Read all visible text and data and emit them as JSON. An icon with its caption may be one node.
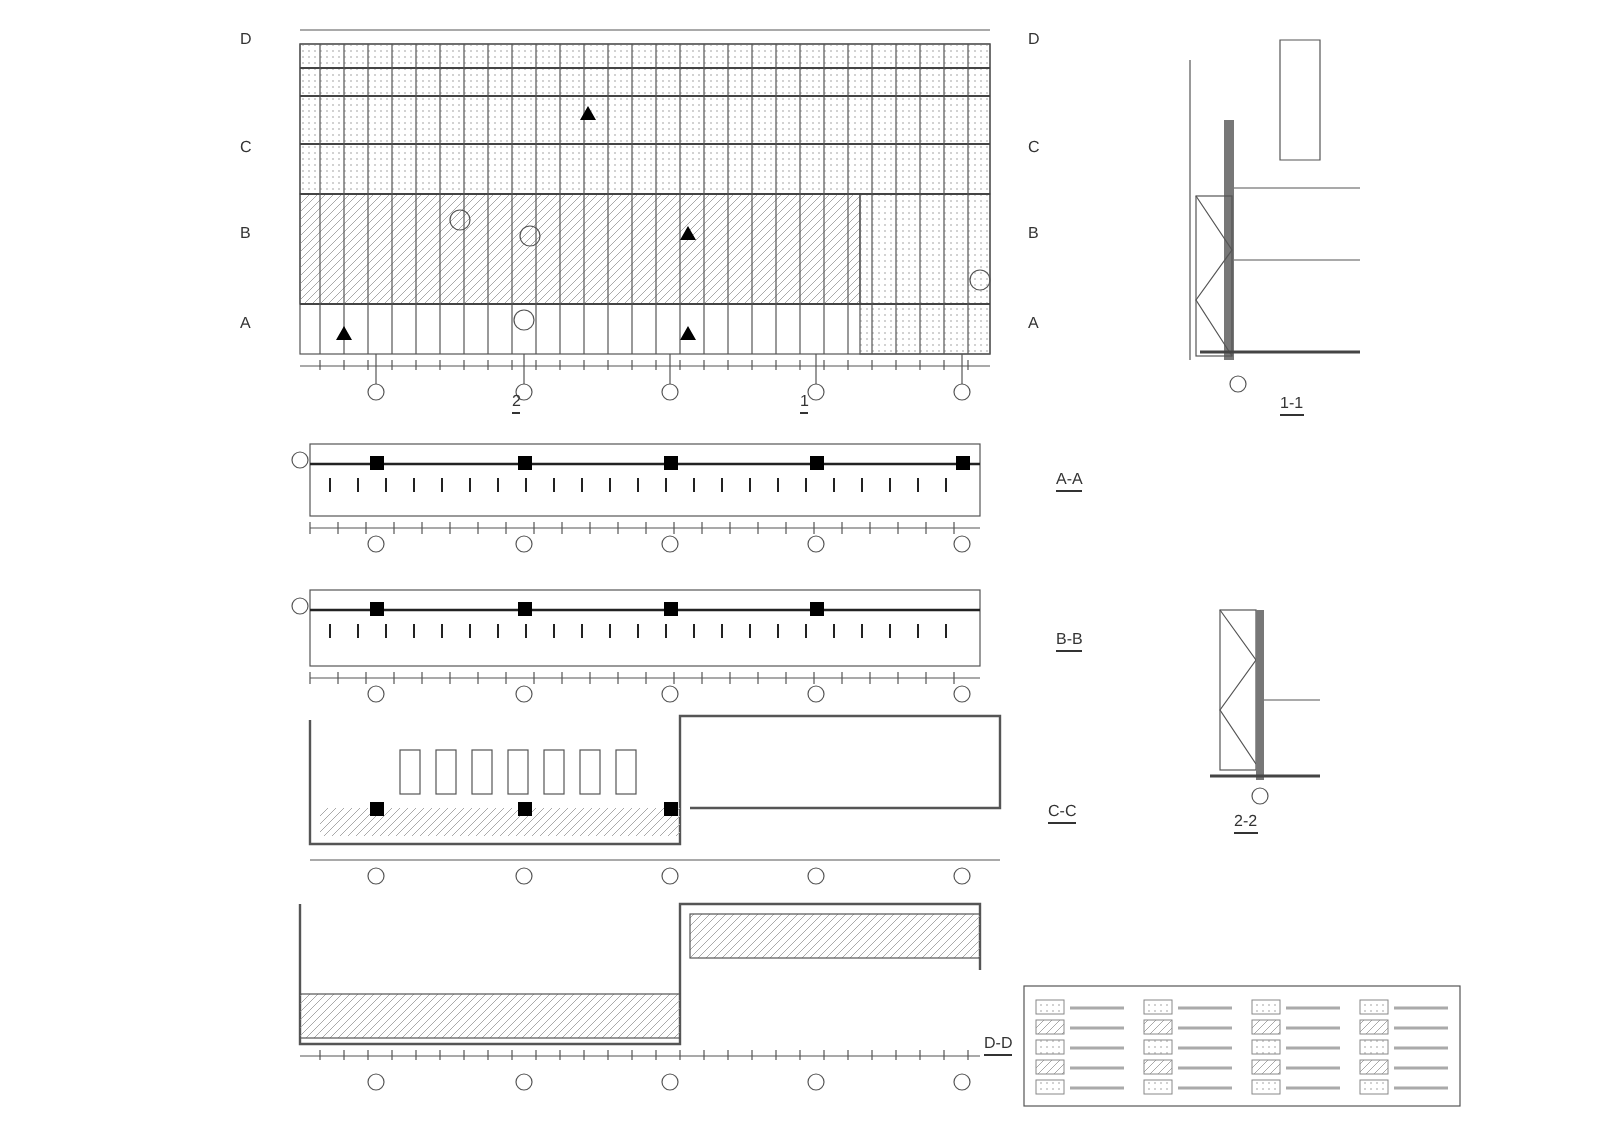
{
  "diagram": {
    "labels": [
      "D",
      "D",
      "C",
      "C",
      "B",
      "B",
      "A",
      "A",
      "2",
      "1",
      "1-1",
      "A-A",
      "B-B",
      "2-2",
      "C-C",
      "D-D"
    ]
  }
}
